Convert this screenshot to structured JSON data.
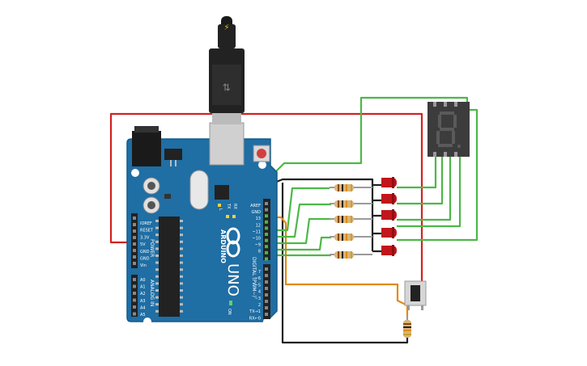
{
  "board": {
    "brand": "ARDUINO",
    "model": "UNO",
    "on_label": "ON",
    "left_header_labels": [
      "IOREF",
      "RESET",
      "3.3V",
      "5V",
      "GND",
      "GND",
      "Vin"
    ],
    "analog_labels": [
      "A0",
      "A1",
      "A2",
      "A3",
      "A4",
      "A5"
    ],
    "power_label": "POWER",
    "analog_in_label": "ANALOG IN",
    "top_right_labels": [
      "AREF",
      "GND",
      "13",
      "12",
      "~11",
      "~10",
      "~9",
      "8"
    ],
    "bottom_right_labels": [
      "7",
      "~6",
      "~5",
      "4",
      "~3",
      "2",
      "TX→1",
      "RX←0"
    ],
    "digital_label": "DIGITAL (PWM~)",
    "led_labels": [
      "L",
      "TX",
      "RX"
    ]
  },
  "colors": {
    "board": "#1f6ea4",
    "board_edge": "#155a88",
    "wire_red": "#d62020",
    "wire_green": "#4cb847",
    "wire_black": "#222222",
    "wire_orange": "#e28a16",
    "led_red": "#c0161c",
    "display_body": "#3c3c3c",
    "display_segment": "#5a5a5a"
  },
  "components": {
    "leds": 5,
    "resistors": 6,
    "seven_segment_display": 1,
    "push_button": 1,
    "usb_cable": 1
  }
}
